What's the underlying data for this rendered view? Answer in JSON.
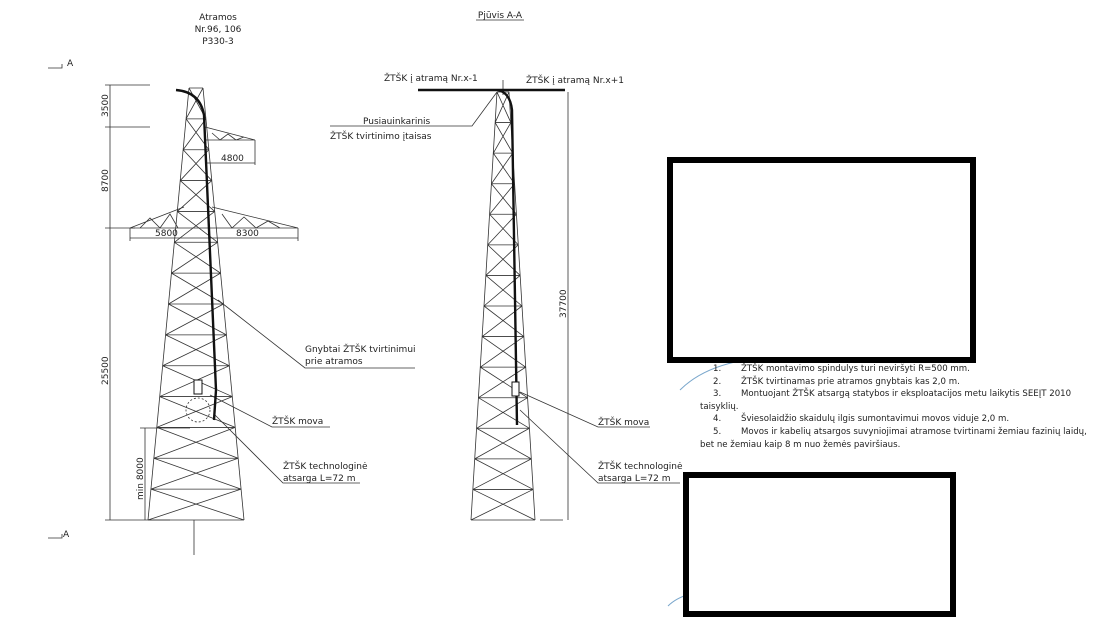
{
  "left_drawing": {
    "title_lines": [
      "Atramos",
      "Nr.96, 106",
      "P330-3"
    ],
    "section_mark": "A",
    "dimensions": {
      "top": "3500",
      "upper": "8700",
      "lower": "25500",
      "min_height": "min 8000",
      "upper_arm": "4800",
      "left_arm": "5800",
      "right_arm": "8300"
    },
    "labels": {
      "clamps_line1": "Gnybtai ŽTŠK tvirtinimui",
      "clamps_line2": "prie atramos",
      "sleeve": "ŽTŠK mova",
      "reserve_line1": "ŽTŠK technologinė",
      "reserve_line2": "atsarga L=72 m"
    }
  },
  "right_drawing": {
    "title": "Pjūvis A-A",
    "cable_left": "ŽTŠK į atramą Nr.x-1",
    "cable_right": "ŽTŠK į atramą Nr.x+1",
    "device_line1": "Pusiauinkarinis",
    "device_line2": "ŽTŠK tvirtinimo įtaisas",
    "height": "37700",
    "sleeve": "ŽTŠK mova",
    "reserve_line1": "ŽTŠK technologinė",
    "reserve_line2": "atsarga L=72 m"
  },
  "notes": [
    {
      "num": "1.",
      "text": "ŽTŠK montavimo spindulys turi neviršyti R=500 mm."
    },
    {
      "num": "2.",
      "text": "ŽTŠK tvirtinamas prie atramos gnybtais kas 2,0 m."
    },
    {
      "num": "3.",
      "text": "Montuojant ŽTŠK atsargą statybos ir eksploatacijos metu laikytis SEEĮT 2010 taisyklių."
    },
    {
      "num": "4.",
      "text": "Šviesolaidžio skaidulų ilgis sumontavimui movos viduje 2,0 m."
    },
    {
      "num": "5.",
      "text": "Movos ir kabelių atsargos suvyniojimai atramose tvirtinami žemiau fazinių laidų, bet ne žemiau kaip 8 m nuo žemės paviršiaus."
    }
  ]
}
